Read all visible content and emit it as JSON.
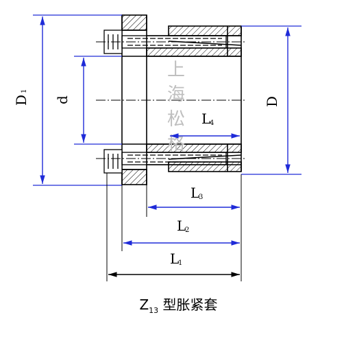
{
  "title": {
    "main": "Z",
    "subscript": "13",
    "suffix": "型胀紧套"
  },
  "dimensions": {
    "D1": "D",
    "D1_sub": "1",
    "d": "d",
    "D": "D",
    "L1": "L",
    "L1_sub": "1",
    "L2": "L",
    "L2_sub": "2",
    "L3": "L",
    "L3_sub": "3",
    "L4": "L",
    "L4_sub": "4"
  },
  "watermark": [
    "上",
    "海",
    "松",
    "格"
  ],
  "colors": {
    "dimension_line": "#1f2bd8",
    "outline": "#000000",
    "watermark": "#bfbfbf"
  }
}
